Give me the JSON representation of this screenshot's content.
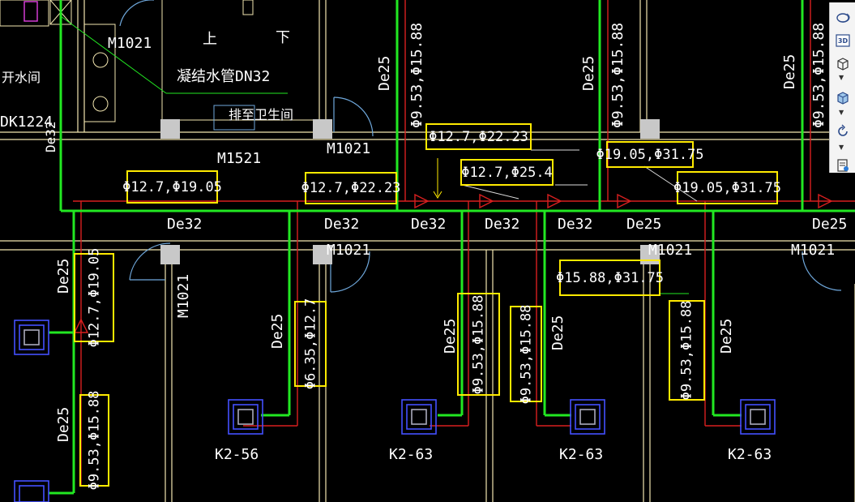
{
  "colors": {
    "pipe_green": "#22e822",
    "pipe_red": "#d91f1f",
    "wall": "#f2e6b0",
    "label_box": "#ffea00",
    "door_arc": "#6fa8dc",
    "unit": "#4450ff",
    "column": "#c8c8c8"
  },
  "room_labels": {
    "m1021_top": "M1021",
    "shang": "上",
    "xia": "下",
    "kai_shui_jian": "开水间",
    "dk1224": "DK1224",
    "de32_left_vertical": "De32",
    "condensate_pipe": "凝结水管DN32",
    "drain_to_toilet": "排至卫生间",
    "m1521": "M1521",
    "m1021_mid": "M1021",
    "m1021_low1": "M1021",
    "m1021_low2": "M1021",
    "m1021_right": "M1021",
    "m1021_vertical": "M1021"
  },
  "pipe_labels": {
    "de25_top1": "De25",
    "de25_top2": "De25",
    "de25_top3": "De25",
    "de32_a": "De32",
    "de32_b": "De32",
    "de32_c": "De32",
    "de32_d": "De32",
    "de32_e": "De32",
    "de25_h1": "De25",
    "de25_h2": "De25",
    "de25_left1": "De25",
    "de25_left2": "De25",
    "de25_mid1": "De25",
    "de25_mid2": "De25",
    "de25_mid3": "De25",
    "de25_right": "De25",
    "phi_top_v1": "Φ9.53,Φ15.88",
    "phi_top_v2": "Φ9.53,Φ15.88",
    "phi_top_v3": "Φ9.53,Φ15.88"
  },
  "refrigerant_tags": [
    "Φ12.7,Φ22.23",
    "Φ19.05,Φ31.75",
    "Φ12.7,Φ25.4",
    "Φ12.7,Φ19.05",
    "Φ12.7,Φ22.23",
    "Φ19.05,Φ31.75",
    "Φ15.88,Φ31.75",
    "Φ12.7,Φ19.05",
    "Φ6.35,Φ12.7",
    "Φ9.53,Φ15.88",
    "Φ9.53,Φ15.88",
    "Φ9.53,Φ15.88",
    "Φ9.53,Φ15.88"
  ],
  "units": [
    {
      "label": ""
    },
    {
      "label": ""
    },
    {
      "label": "K2-56"
    },
    {
      "label": "K2-63"
    },
    {
      "label": "K2-63"
    },
    {
      "label": "K2-63"
    }
  ],
  "toolbar": {
    "orbit_icon": "orbit-icon",
    "view3d_label": "3D",
    "view3d_icon": "view-3d-icon",
    "cube_wire_icon": "cube-wireframe-icon",
    "cube_shaded_icon": "cube-shaded-icon",
    "rotate_icon": "rotate-icon",
    "properties_icon": "properties-icon"
  }
}
